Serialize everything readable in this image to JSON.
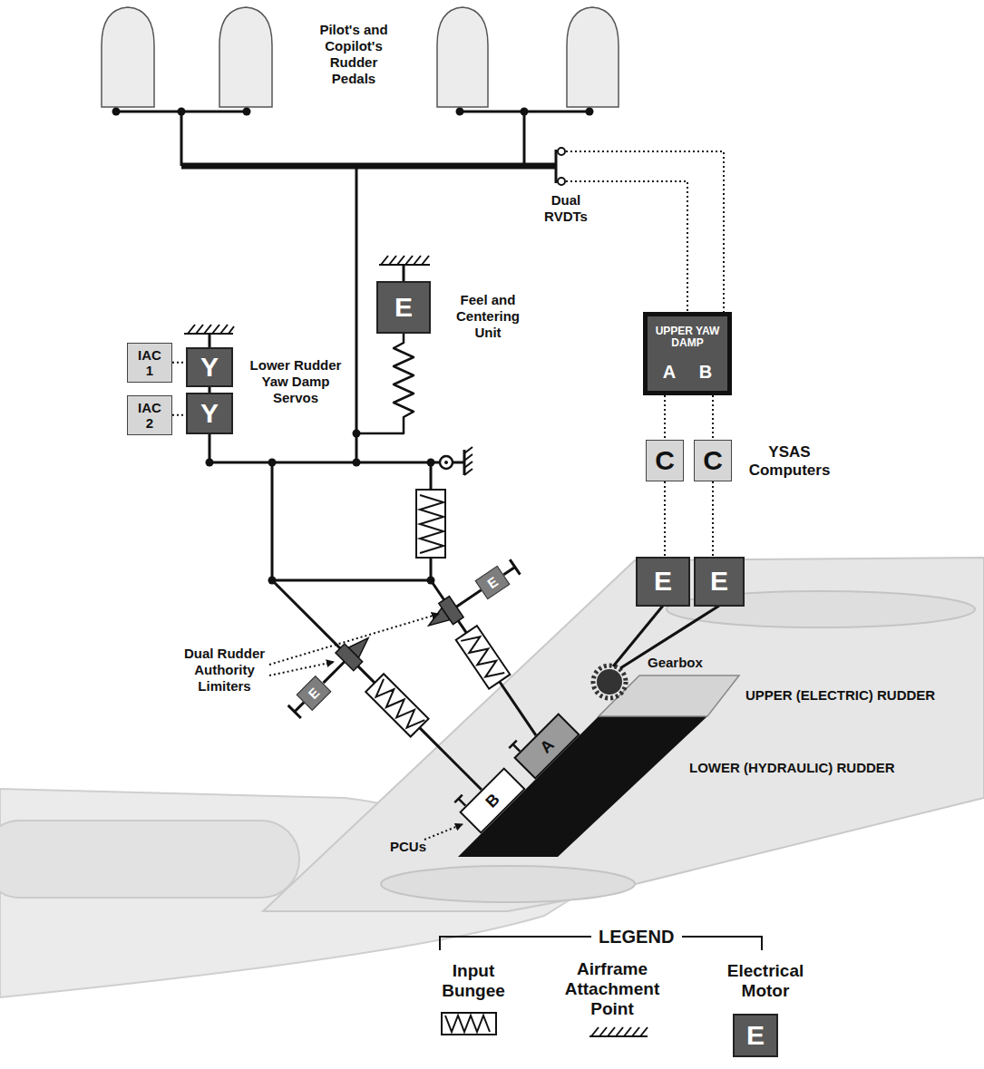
{
  "diagram": {
    "nodes": [
      {
        "text": [
          "IAC 1"
        ]
      },
      {
        "text": [
          "Y"
        ]
      },
      {
        "text": [
          "IAC 2"
        ]
      },
      {
        "text": [
          "Y"
        ]
      },
      {
        "text": [
          "E"
        ]
      },
      {
        "text": [
          "UPPER YAW DAMP",
          "A",
          "B"
        ]
      },
      {
        "text": [
          "C"
        ]
      },
      {
        "text": [
          "C"
        ]
      },
      {
        "text": [
          "E"
        ]
      },
      {
        "text": [
          "E"
        ]
      },
      {
        "text": [
          "E"
        ]
      },
      {
        "text": [
          "A"
        ]
      },
      {
        "text": [
          "E"
        ]
      },
      {
        "text": [
          "B"
        ]
      }
    ],
    "edges": [
      {
        "from": 0,
        "to": 1,
        "arrow": "none"
      },
      {
        "from": 2,
        "to": 3,
        "arrow": "none"
      },
      {
        "from": 1,
        "to": 3,
        "arrow": "none"
      },
      {
        "from": 5,
        "to": 6,
        "arrow": "none"
      },
      {
        "from": 5,
        "to": 7,
        "arrow": "none"
      },
      {
        "from": 6,
        "to": 8,
        "arrow": "none"
      },
      {
        "from": 7,
        "to": 9,
        "arrow": "none"
      }
    ],
    "labels": [
      "Pilot's and Copilot's Rudder Pedals",
      "Dual RVDTs",
      "Feel and Centering Unit",
      "Lower Rudder Yaw Damp Servos",
      "YSAS Computers",
      "Dual Rudder Authority Limiters",
      "Gearbox",
      "UPPER (ELECTRIC) RUDDER",
      "LOWER (HYDRAULIC) RUDDER",
      "PCUs",
      "LEGEND",
      "E"
    ],
    "legend": [
      {
        "text": "Input Bungee"
      },
      {
        "text": "Airframe Attachment Point"
      },
      {
        "text": "Electrical Motor"
      }
    ]
  }
}
